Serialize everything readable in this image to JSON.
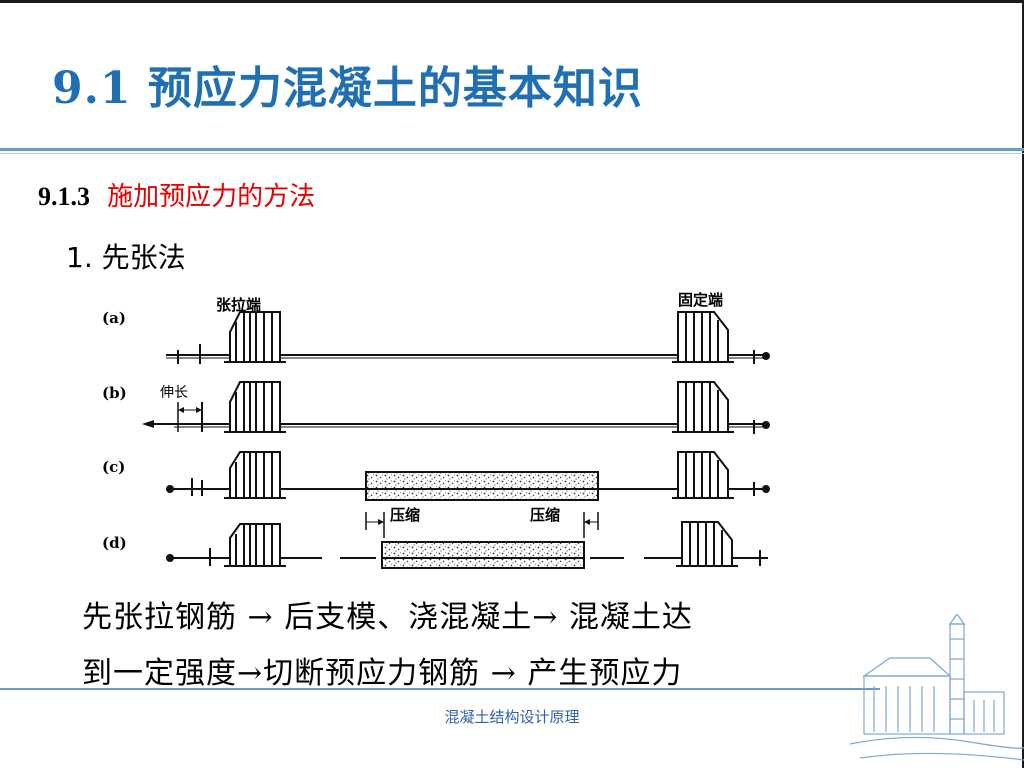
{
  "slide": {
    "title": "9.1 预应力混凝土的基本知识",
    "section_number": "9.1.3",
    "section_title": "施加预应力的方法",
    "method_heading": "1. 先张法",
    "description_line1": "先张拉钢筋  →  后支模、浇混凝土→  混凝土达",
    "description_line2": "到一定强度→切断预应力钢筋  →  产生预应力",
    "footer": "混凝土结构设计原理"
  },
  "diagram": {
    "label_a": "(a)",
    "label_b": "(b)",
    "label_c": "(c)",
    "label_d": "(d)",
    "tension_end": "张拉端",
    "fixed_end": "固定端",
    "elongation": "伸长",
    "compression_left": "压缩",
    "compression_right": "压缩"
  },
  "colors": {
    "title": "#1f6fb2",
    "section_title": "#e60000",
    "rule": "#6b9ac9",
    "footer": "#2f62a8"
  }
}
